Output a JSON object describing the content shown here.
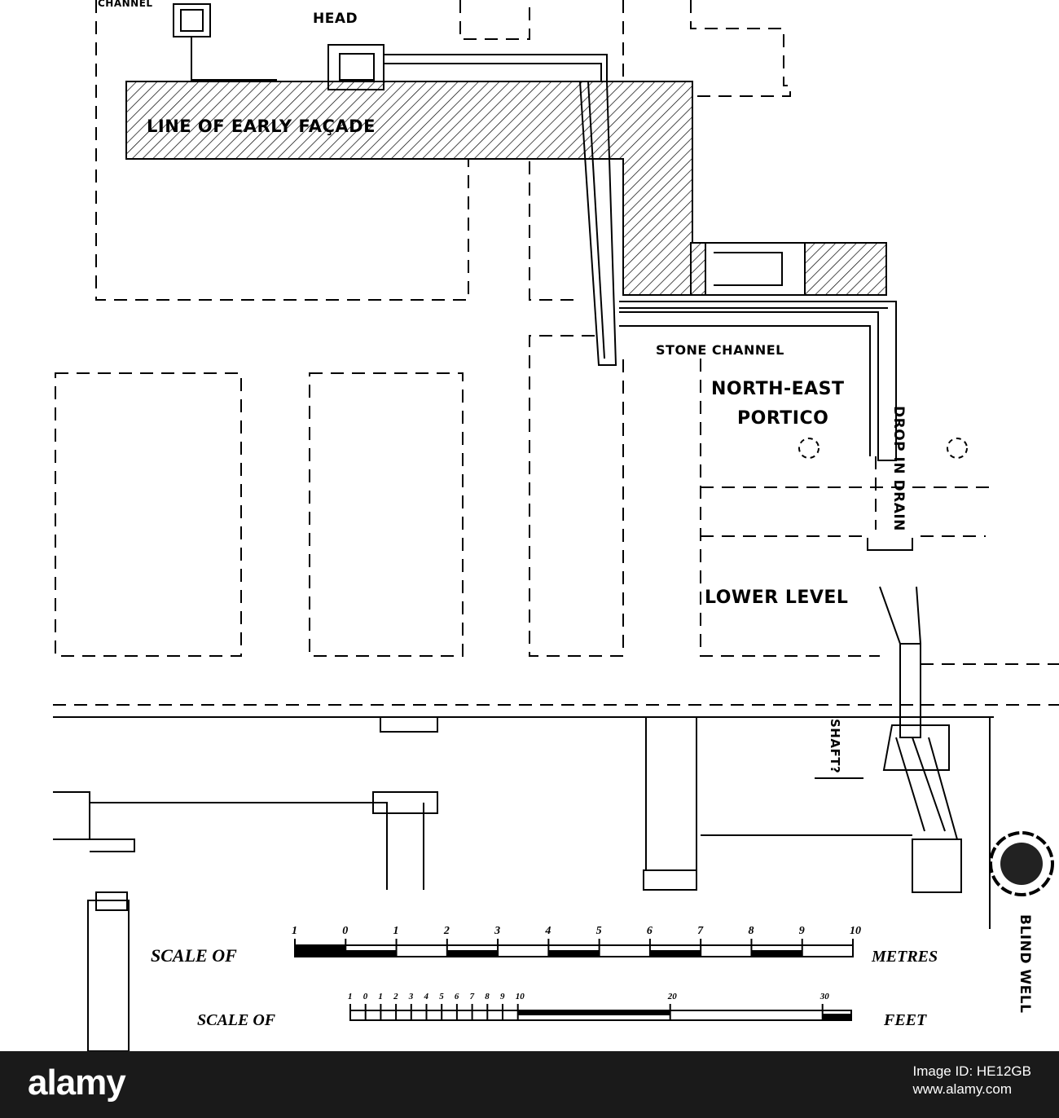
{
  "labels": {
    "channel": "CHANNEL",
    "head": "HEAD",
    "early_facade": "LINE OF EARLY FAÇADE",
    "stone_channel": "STONE CHANNEL",
    "ne_portico_1": "NORTH-EAST",
    "ne_portico_2": "PORTICO",
    "drop_in_drain": "DROP IN DRAIN",
    "lower_level": "LOWER LEVEL",
    "shaft": "SHAFT?",
    "blind_well": "BLIND WELL"
  },
  "scales": {
    "metres_prefix": "SCALE OF",
    "metres_unit": "METRES",
    "metres_ticks": [
      "1",
      "0",
      "1",
      "2",
      "3",
      "4",
      "5",
      "6",
      "7",
      "8",
      "9",
      "10"
    ],
    "feet_prefix": "SCALE OF",
    "feet_unit": "FEET",
    "feet_ticks": [
      "1",
      "0",
      "1",
      "2",
      "3",
      "4",
      "5",
      "6",
      "7",
      "8",
      "9",
      "10",
      "20",
      "30"
    ]
  },
  "watermark": {
    "brand": "alamy",
    "image_id_label": "Image ID: HE12GB",
    "site": "www.alamy.com"
  }
}
